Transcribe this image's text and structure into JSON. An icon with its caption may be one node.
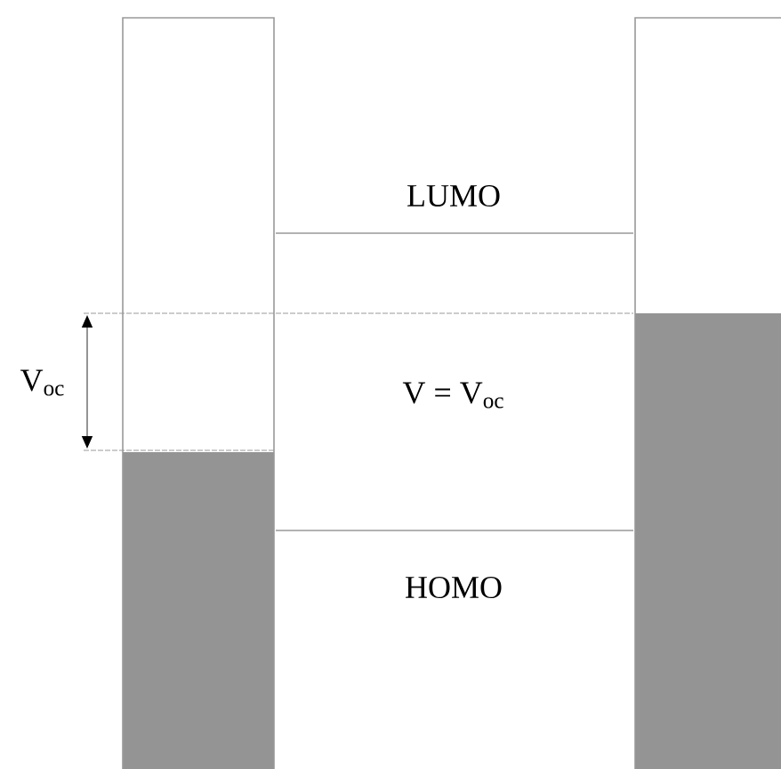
{
  "diagram": {
    "labels": [
      "LUMO",
      "V$_{oc}$",
      "V = V$_{oc}$",
      "HOMO"
    ]
  }
}
